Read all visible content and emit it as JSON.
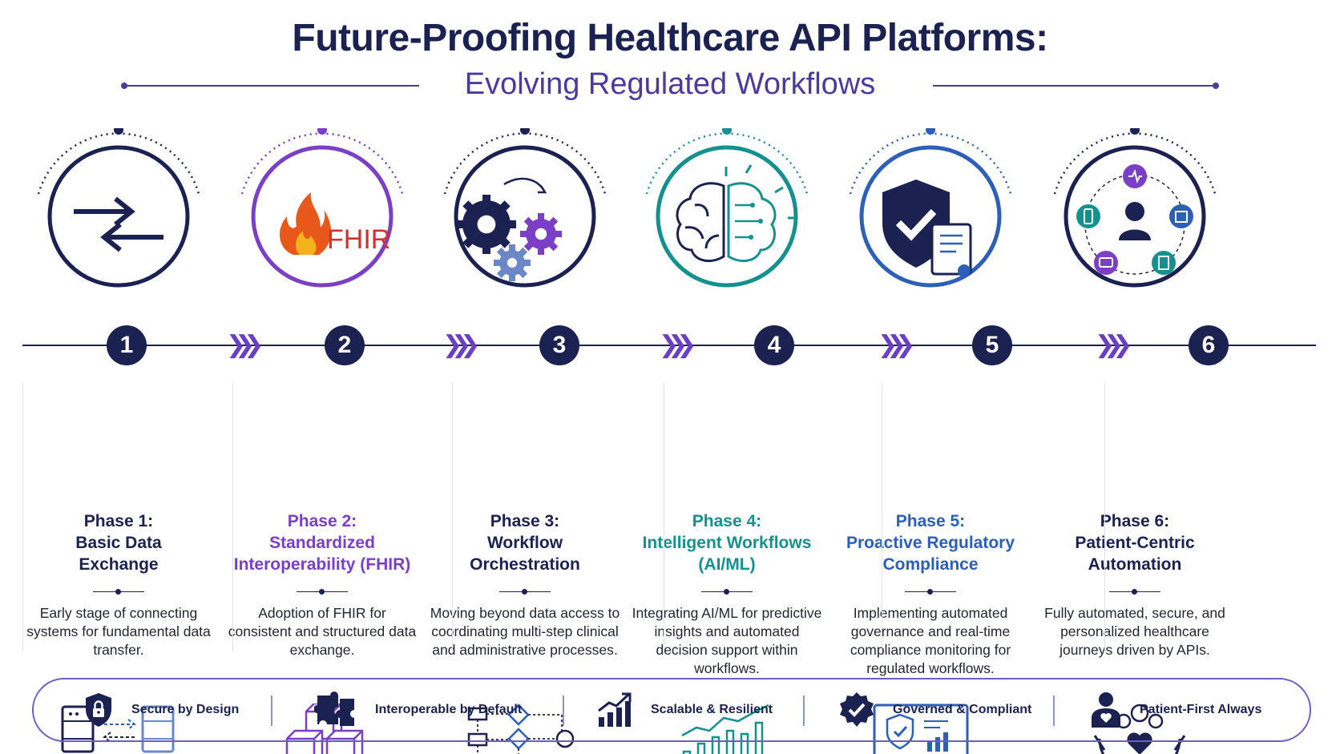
{
  "header": {
    "title": "Future-Proofing Healthcare API Platforms:",
    "subtitle": "Evolving Regulated Workflows"
  },
  "colors": {
    "navy": "#1b2150",
    "purple": "#7b3fc6",
    "teal": "#14918f",
    "blue": "#2b5fb8",
    "chevron": "#6a3fc6"
  },
  "phases": [
    {
      "number": "1",
      "label": "Phase 1:",
      "name": "Basic Data Exchange",
      "name_lines": [
        "Basic Data",
        "Exchange"
      ],
      "description": "Early stage of connecting systems for fundamental data transfer.",
      "color": "#1b2150",
      "circle_icon": "exchange-arrows-icon",
      "bottom_icon": "server-transfer-icon"
    },
    {
      "number": "2",
      "label": "Phase 2:",
      "name": "Standardized Interoperability (FHIR)",
      "name_lines": [
        "Standardized",
        "Interoperability (FHIR)"
      ],
      "description": "Adoption of FHIR for consistent and structured data exchange.",
      "color": "#7b3fc6",
      "circle_icon": "fhir-flame-logo",
      "logo_text": "FHIR",
      "bottom_icon": "stacked-cubes-icon"
    },
    {
      "number": "3",
      "label": "Phase 3:",
      "name": "Workflow Orchestration",
      "name_lines": [
        "Workflow",
        "Orchestration"
      ],
      "description": "Moving beyond data access to coordinating multi-step clinical and administrative processes.",
      "color": "#1b2150",
      "circle_icon": "gears-icon",
      "bottom_icon": "flowchart-icon"
    },
    {
      "number": "4",
      "label": "Phase 4:",
      "name": "Intelligent Workflows (AI/ML)",
      "name_lines": [
        "Intelligent Workflows",
        "(AI/ML)"
      ],
      "description": "Integrating AI/ML for predictive insights and automated decision support within workflows.",
      "color": "#14918f",
      "circle_icon": "brain-circuit-icon",
      "bottom_icon": "growth-chart-icon"
    },
    {
      "number": "5",
      "label": "Phase 5:",
      "name": "Proactive Regulatory Compliance",
      "name_lines": [
        "Proactive Regulatory",
        "Compliance"
      ],
      "description": "Implementing automated governance and real-time compliance monitoring for regulated workflows.",
      "color": "#2b5fb8",
      "circle_icon": "shield-check-certificate-icon",
      "bottom_icon": "monitor-dashboard-icon"
    },
    {
      "number": "6",
      "label": "Phase 6:",
      "name": "Patient-Centric Automation",
      "name_lines": [
        "Patient-Centric",
        "Automation"
      ],
      "description": "Fully automated, secure, and personalized healthcare journeys driven by APIs.",
      "color": "#1b2150",
      "circle_icon": "patient-network-icon",
      "bottom_icon": "caring-hands-heart-icon"
    }
  ],
  "footer": {
    "items": [
      {
        "label": "Secure by Design",
        "icon": "shield-lock-icon"
      },
      {
        "label": "Interoperable by Default",
        "icon": "puzzle-icon"
      },
      {
        "label": "Scalable & Resilient",
        "icon": "bar-growth-icon"
      },
      {
        "label": "Governed & Compliant",
        "icon": "badge-check-icon"
      },
      {
        "label": "Patient-First Always",
        "icon": "person-heart-icon"
      }
    ]
  }
}
